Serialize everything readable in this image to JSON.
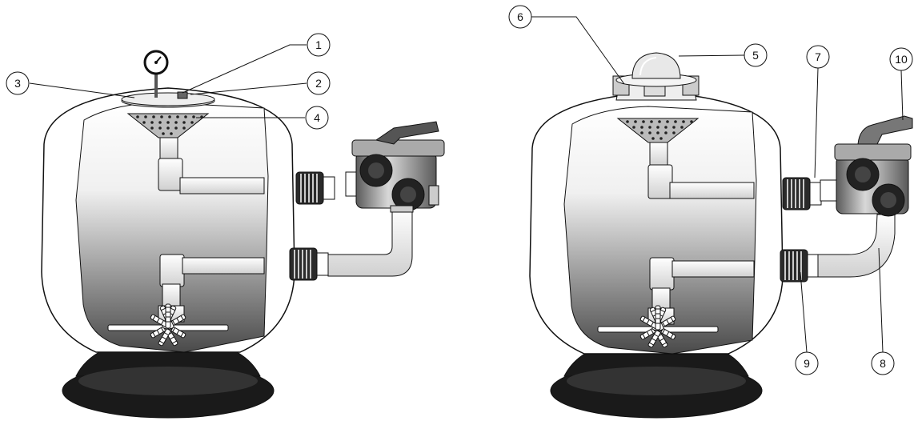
{
  "diagram": {
    "callouts": [
      {
        "id": "c1",
        "label": "1"
      },
      {
        "id": "c2",
        "label": "2"
      },
      {
        "id": "c3",
        "label": "3"
      },
      {
        "id": "c4",
        "label": "4"
      },
      {
        "id": "c5",
        "label": "5"
      },
      {
        "id": "c6",
        "label": "6"
      },
      {
        "id": "c7",
        "label": "7"
      },
      {
        "id": "c8",
        "label": "8"
      },
      {
        "id": "c9",
        "label": "9"
      },
      {
        "id": "c10",
        "label": "10"
      }
    ]
  },
  "colors": {
    "stroke": "#111111",
    "fill": "#ffffff",
    "base": "#1a1a1a",
    "gradient_top": "#ffffff",
    "gradient_bottom": "#4a4a4a",
    "valve_body": "#9a9a9a",
    "valve_dark": "#2a2a2a"
  }
}
